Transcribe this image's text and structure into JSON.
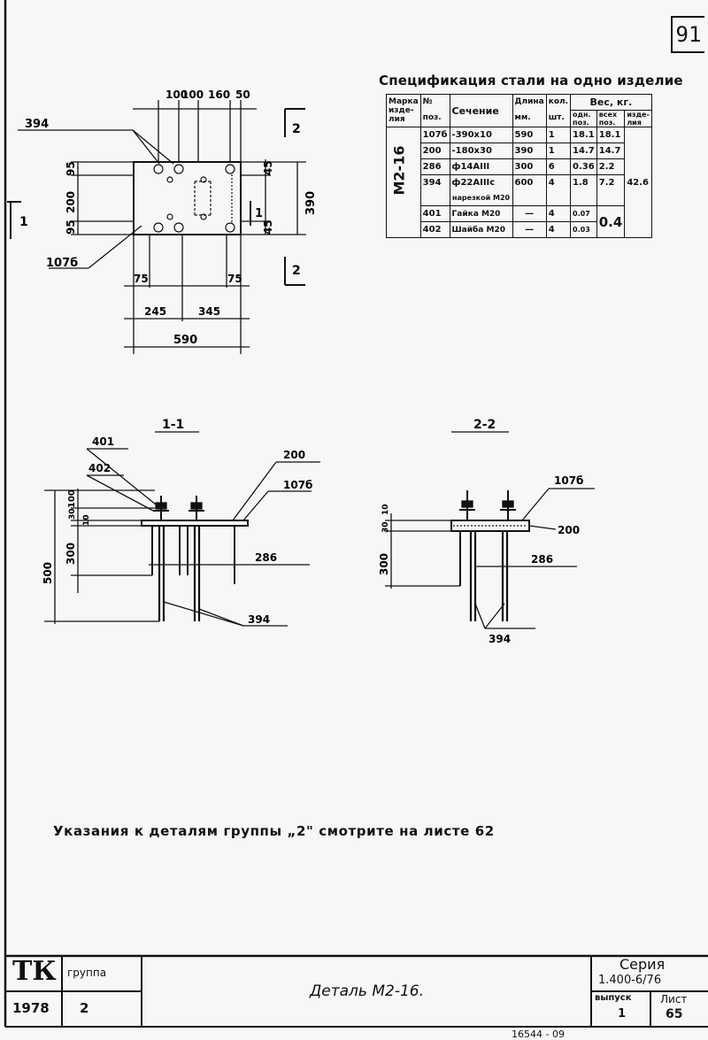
{
  "sheet_number": "91",
  "spec": {
    "title": "Спецификация стали на одно изделие",
    "headers": {
      "mark": "Марка изде-лия",
      "pos_no": "№",
      "pos_sub": "поз.",
      "section": "Сечение",
      "length": "Длина",
      "length_unit": "мм.",
      "qty": "кол.",
      "qty_unit": "шт.",
      "weight": "Вес, кг.",
      "w_one": "одн. поз.",
      "w_all": "всех поз.",
      "w_item": "изде-лия"
    },
    "mark_value": "М2-16",
    "rows": [
      {
        "pos": "107б",
        "section": "-390х10",
        "length": "590",
        "qty": "1",
        "w_one": "18.1",
        "w_all": "18.1"
      },
      {
        "pos": "200",
        "section": "-180х30",
        "length": "390",
        "qty": "1",
        "w_one": "14.7",
        "w_all": "14.7"
      },
      {
        "pos": "286",
        "section": "ф14АIII",
        "length": "300",
        "qty": "6",
        "w_one": "0.36",
        "w_all": "2.2"
      },
      {
        "pos": "394",
        "section": "ф22АIIIс",
        "length": "600",
        "qty": "4",
        "w_one": "1.8",
        "w_all": "7.2"
      },
      {
        "pos": "",
        "section": "нарезкой М20",
        "length": "",
        "qty": "",
        "w_one": "",
        "w_all": ""
      },
      {
        "pos": "401",
        "section": "Гайка М20",
        "length": "—",
        "qty": "4",
        "w_one": "0.07",
        "w_all": ""
      },
      {
        "pos": "402",
        "section": "Шайба М20",
        "length": "—",
        "qty": "4",
        "w_one": "0.03",
        "w_all": ""
      }
    ],
    "w_all_merged": "0.4",
    "w_item_total": "42.6"
  },
  "plan": {
    "dims_top": [
      "100",
      "100",
      "160",
      "50"
    ],
    "dims_left": [
      "95",
      "200",
      "95"
    ],
    "dims_right_small": [
      "45",
      "45"
    ],
    "dim_390": "390",
    "dims_bottom_small": [
      "75",
      "75"
    ],
    "dims_bottom_mid": [
      "245",
      "345"
    ],
    "dim_590": "590",
    "labels": {
      "p394": "394",
      "p107": "107б",
      "cut1_left": "1",
      "cut1_mid": "1",
      "cut2_top": "2",
      "cut2_bottom": "2"
    }
  },
  "section11": {
    "title": "1-1",
    "labels": [
      "401",
      "402",
      "200",
      "107б",
      "286",
      "394"
    ],
    "dims": [
      "100",
      "30",
      "10",
      "300",
      "500"
    ]
  },
  "section22": {
    "title": "2-2",
    "labels": [
      "107б",
      "200",
      "286",
      "394"
    ],
    "dims": [
      "10",
      "30",
      "300"
    ]
  },
  "note": "Указания к деталям группы „2\" смотрите на листе 62",
  "stamp": {
    "logo": "ТК",
    "group_label": "группа",
    "group_value": "2",
    "year": "1978",
    "title": "Деталь М2-16.",
    "series_label": "Серия",
    "series_value": "1.400-6/76",
    "issue_label": "выпуск",
    "issue_value": "1",
    "sheet_label": "Лист",
    "sheet_value": "65"
  },
  "footer_number": "16544 - 09"
}
